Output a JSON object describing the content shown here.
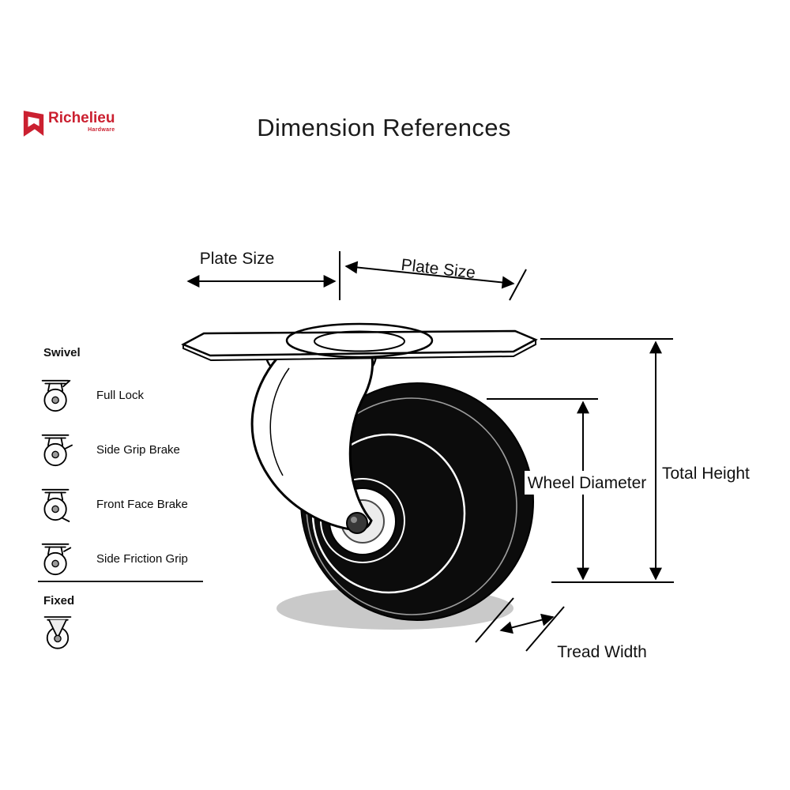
{
  "header": {
    "title": "Dimension References"
  },
  "logo": {
    "brand": "Richelieu",
    "tagline": "Hardware",
    "brand_color": "#cb2030"
  },
  "sidebar": {
    "swivel_header": "Swivel",
    "swivel_items": [
      {
        "label": "Full Lock",
        "icon": "caster-full-lock-icon"
      },
      {
        "label": "Side Grip Brake",
        "icon": "caster-side-grip-brake-icon"
      },
      {
        "label": "Front Face Brake",
        "icon": "caster-front-face-brake-icon"
      },
      {
        "label": "Side Friction Grip",
        "icon": "caster-side-friction-grip-icon"
      }
    ],
    "fixed_header": "Fixed",
    "fixed_item": {
      "icon": "caster-fixed-icon"
    }
  },
  "diagram": {
    "labels": {
      "plate_size_left": "Plate Size",
      "plate_size_right": "Plate Size",
      "wheel_diameter": "Wheel Diameter",
      "total_height": "Total Height",
      "tread_width": "Tread Width"
    },
    "colors": {
      "line": "#000000",
      "tire": "#0c0c0c",
      "shadow": "#c9c9c9"
    }
  }
}
